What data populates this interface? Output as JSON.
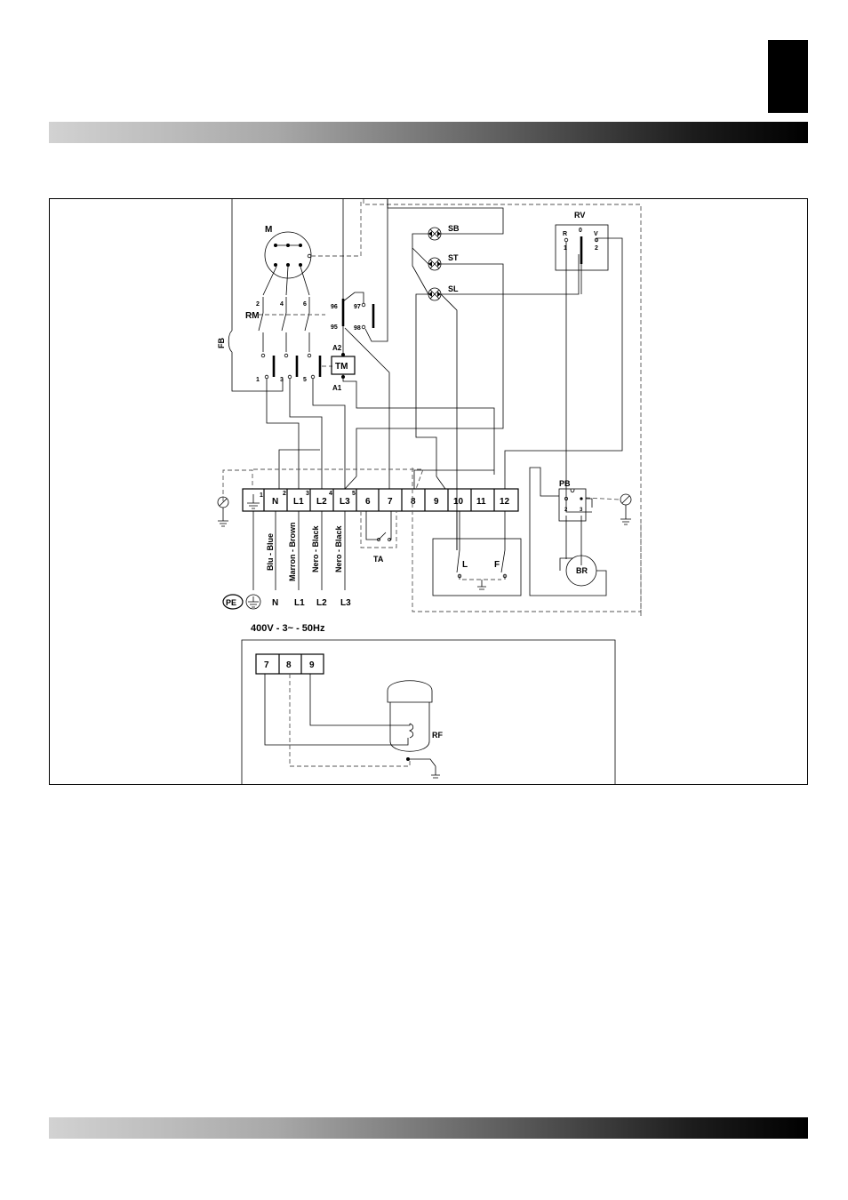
{
  "diagram": {
    "components": {
      "motor": "M",
      "relay_main": "RM",
      "fuse": "FB",
      "thermal_overload": "TM",
      "thermal_overload_contacts": {
        "a2": "A2",
        "a1": "A1",
        "c96": "96",
        "c95": "95",
        "c97": "97",
        "c98": "98"
      },
      "relay_contact_numbers": [
        "2",
        "4",
        "6",
        "1",
        "3",
        "5"
      ],
      "lamps": [
        "SB",
        "ST",
        "SL"
      ],
      "rv": {
        "name": "RV",
        "terminals": [
          "R",
          "0",
          "V",
          "1",
          "2"
        ]
      },
      "thermostat": "TA",
      "switch_l": "L",
      "switch_f": "F",
      "pb": {
        "name": "PB",
        "terminals": [
          "2",
          "3"
        ]
      },
      "burner": "BR",
      "rf": "RF",
      "pe": "PE"
    },
    "terminal_block": {
      "terminals": [
        "N",
        "L1",
        "L2",
        "L3",
        "6",
        "7",
        "8",
        "9",
        "10",
        "11",
        "12"
      ],
      "superscripts": [
        "1",
        "2",
        "3",
        "4",
        "5"
      ]
    },
    "cable_colors": [
      "Blu - Blue",
      "Marron - Brown",
      "Nero - Black",
      "Nero - Black"
    ],
    "supply_lines": [
      "N",
      "L1",
      "L2",
      "L3"
    ],
    "supply_spec": "400V - 3~ - 50Hz",
    "rf_terminals": [
      "7",
      "8",
      "9"
    ]
  }
}
